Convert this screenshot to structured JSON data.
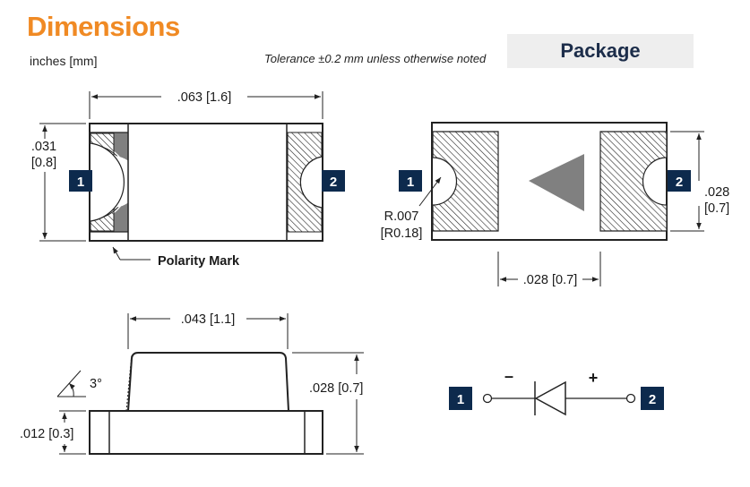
{
  "header": {
    "title": "Dimensions",
    "units": "inches [mm]",
    "tolerance": "Tolerance ±0.2 mm unless otherwise noted",
    "package_label": "Package"
  },
  "colors": {
    "title_orange": "#f08a24",
    "pin_badge_navy": "#0d2a4d",
    "polarity_gray": "#808080"
  },
  "top_view": {
    "width_dim": ".063 [1.6]",
    "height_dim_in": ".031",
    "height_dim_mm": "[0.8]",
    "pin1": "1",
    "pin2": "2",
    "polarity_label": "Polarity Mark"
  },
  "bottom_view": {
    "pin1": "1",
    "pin2": "2",
    "radius_in": "R.007",
    "radius_mm": "[R0.18]",
    "height_dim_in": ".028",
    "height_dim_mm": "[0.7]",
    "pad_width_dim": ".028 [0.7]"
  },
  "side_view": {
    "lens_width_dim": ".043 [1.1]",
    "angle": "3°",
    "total_height_dim": ".028 [0.7]",
    "base_height_dim": ".012 [0.3]"
  },
  "schematic": {
    "pin1": "1",
    "pin2": "2",
    "minus": "–",
    "plus": "+"
  }
}
